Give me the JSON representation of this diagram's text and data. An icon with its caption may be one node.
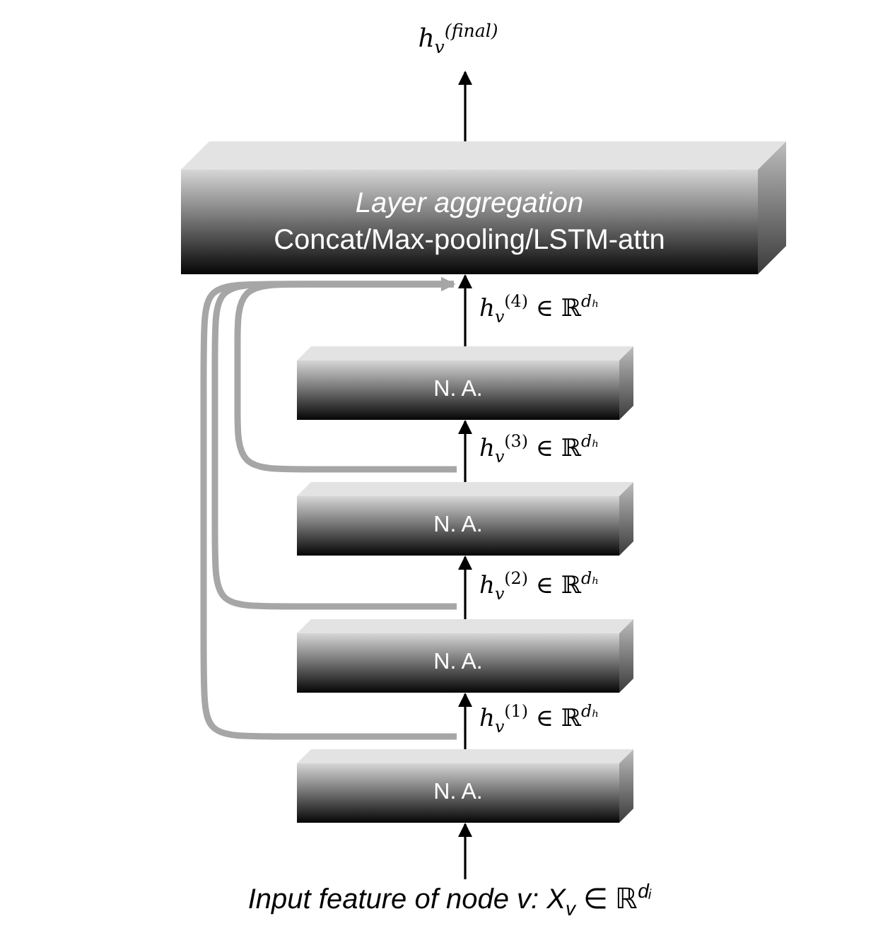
{
  "diagram": {
    "nodes": [
      {
        "text": [
          "*h*$_{v}$$^{(final)}$"
        ]
      },
      {
        "text": [
          "Layer aggregation",
          "Concat/Max-pooling/LSTM-attn"
        ]
      },
      {
        "text": [
          "N. A."
        ]
      },
      {
        "text": [
          "N. A."
        ]
      },
      {
        "text": [
          "N. A."
        ]
      },
      {
        "text": [
          "N. A."
        ]
      },
      {
        "text": [
          "*Input feature of node v:* *X*$_{v}$ ∈ ℝ$^{dᵢ}$"
        ]
      }
    ],
    "edges": [
      {
        "from": 1,
        "to": 0,
        "arrow": "to"
      },
      {
        "from": 2,
        "to": 1,
        "arrow": "to",
        "label": "*h*$_{v}$$^{(4)}$ ∈ ℝ$^{dₕ}$"
      },
      {
        "from": 3,
        "to": 2,
        "arrow": "to",
        "label": "*h*$_{v}$$^{(3)}$ ∈ ℝ$^{dₕ}$"
      },
      {
        "from": 4,
        "to": 3,
        "arrow": "to",
        "label": "*h*$_{v}$$^{(2)}$ ∈ ℝ$^{dₕ}$"
      },
      {
        "from": 5,
        "to": 4,
        "arrow": "to",
        "label": "*h*$_{v}$$^{(1)}$ ∈ ℝ$^{dₕ}$"
      },
      {
        "from": 6,
        "to": 5,
        "arrow": "to"
      },
      {
        "from": 3,
        "to": 1,
        "arrow": "to",
        "color": "#a6a6a6",
        "style": "thick"
      },
      {
        "from": 4,
        "to": 1,
        "arrow": "to",
        "color": "#a6a6a6",
        "style": "thick"
      },
      {
        "from": 5,
        "to": 1,
        "arrow": "to",
        "color": "#a6a6a6",
        "style": "thick"
      }
    ]
  }
}
